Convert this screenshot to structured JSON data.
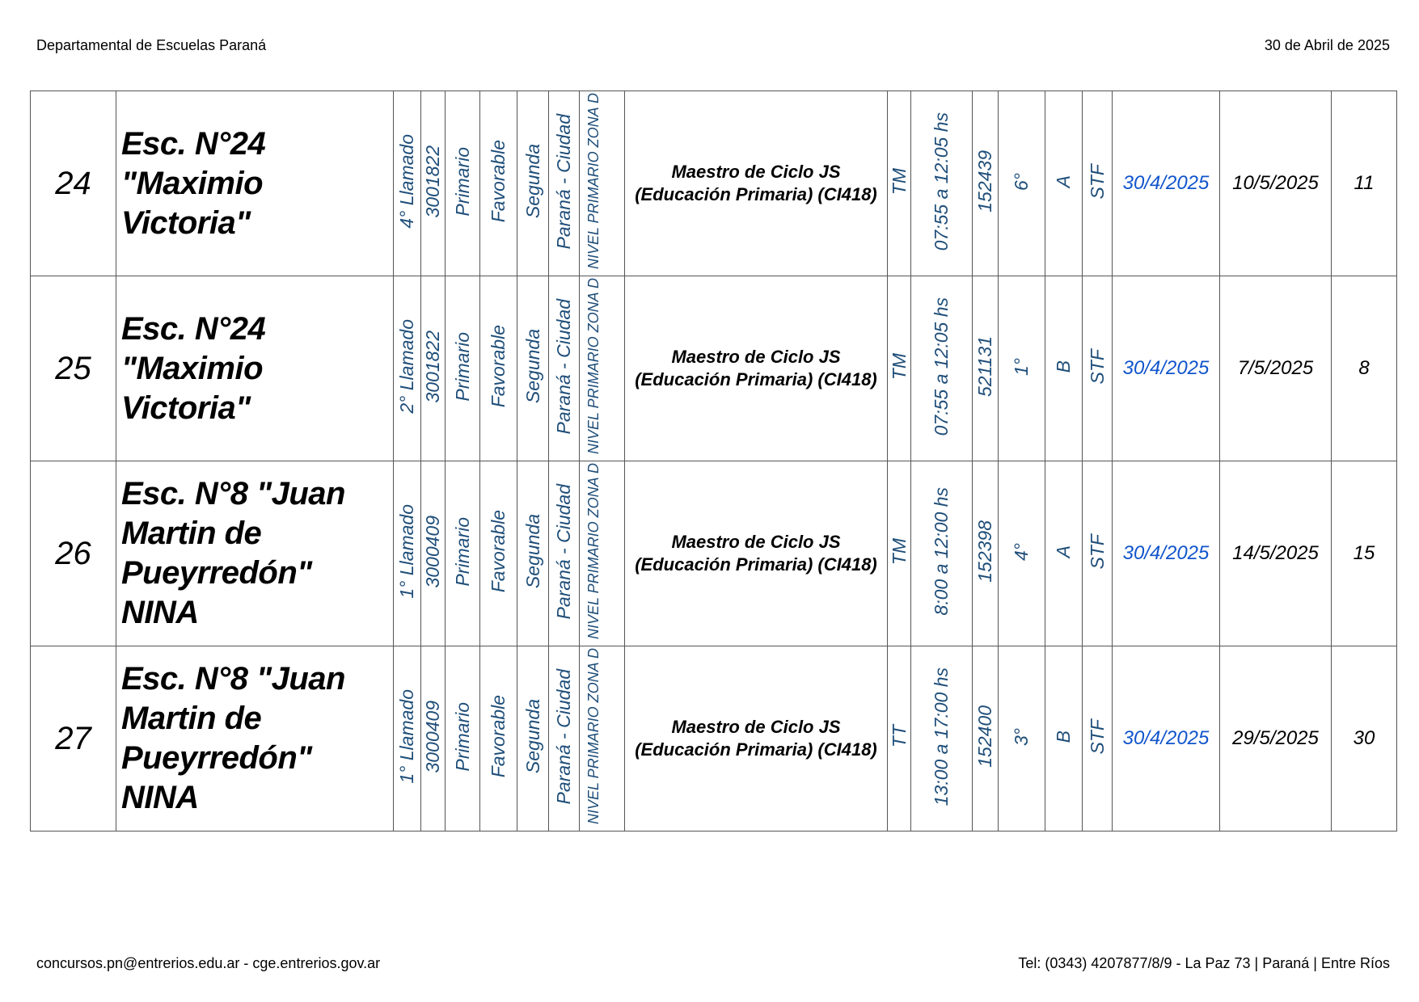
{
  "header": {
    "left": "Departamental de Escuelas Paraná",
    "right": "30 de Abril de 2025"
  },
  "footer": {
    "left": "concursos.pn@entrerios.edu.ar - cge.entrerios.gov.ar",
    "right": "Tel: (0343) 4207877/8/9 - La Paz 73 | Paraná | Entre Ríos"
  },
  "rows": [
    {
      "num": "24",
      "school": "Esc. N°24 \"Maximio Victoria\"",
      "llamado": "4° Llamado",
      "code": "3001822",
      "nivel": "Primario",
      "zona_tipo": "Favorable",
      "categoria": "Segunda",
      "ciudad": "Paraná - Ciudad",
      "supervision": "NIVEL PRIMARIO ZONA D",
      "cargo": "Maestro de Ciclo JS (Educación Primaria) (CI418)",
      "turno": "TM",
      "horario": "07:55 a 12:05 hs",
      "id": "152439",
      "grado": "6°",
      "seccion": "A",
      "sit": "STF",
      "desde": "30/4/2025",
      "hasta": "10/5/2025",
      "dias": "11"
    },
    {
      "num": "25",
      "school": "Esc. N°24 \"Maximio Victoria\"",
      "llamado": "2° Llamado",
      "code": "3001822",
      "nivel": "Primario",
      "zona_tipo": "Favorable",
      "categoria": "Segunda",
      "ciudad": "Paraná - Ciudad",
      "supervision": "NIVEL PRIMARIO ZONA D",
      "cargo": "Maestro de Ciclo JS (Educación Primaria) (CI418)",
      "turno": "TM",
      "horario": "07:55 a 12:05 hs",
      "id": "521131",
      "grado": "1°",
      "seccion": "B",
      "sit": "STF",
      "desde": "30/4/2025",
      "hasta": "7/5/2025",
      "dias": "8"
    },
    {
      "num": "26",
      "school": "Esc. N°8 \"Juan Martin de Pueyrredón\" NINA",
      "llamado": "1° Llamado",
      "code": "3000409",
      "nivel": "Primario",
      "zona_tipo": "Favorable",
      "categoria": "Segunda",
      "ciudad": "Paraná - Ciudad",
      "supervision": "NIVEL PRIMARIO ZONA D",
      "cargo": "Maestro de Ciclo JS (Educación Primaria) (CI418)",
      "turno": "TM",
      "horario": "8:00 a 12:00 hs",
      "id": "152398",
      "grado": "4°",
      "seccion": "A",
      "sit": "STF",
      "desde": "30/4/2025",
      "hasta": "14/5/2025",
      "dias": "15"
    },
    {
      "num": "27",
      "school": "Esc. N°8 \"Juan Martin de Pueyrredón\" NINA",
      "llamado": "1° Llamado",
      "code": "3000409",
      "nivel": "Primario",
      "zona_tipo": "Favorable",
      "categoria": "Segunda",
      "ciudad": "Paraná - Ciudad",
      "supervision": "NIVEL PRIMARIO ZONA D",
      "cargo": "Maestro de Ciclo JS (Educación Primaria) (CI418)",
      "turno": "TT",
      "horario": "13:00 a 17:00 hs",
      "id": "152400",
      "grado": "3°",
      "seccion": "B",
      "sit": "STF",
      "desde": "30/4/2025",
      "hasta": "29/5/2025",
      "dias": "30"
    }
  ]
}
